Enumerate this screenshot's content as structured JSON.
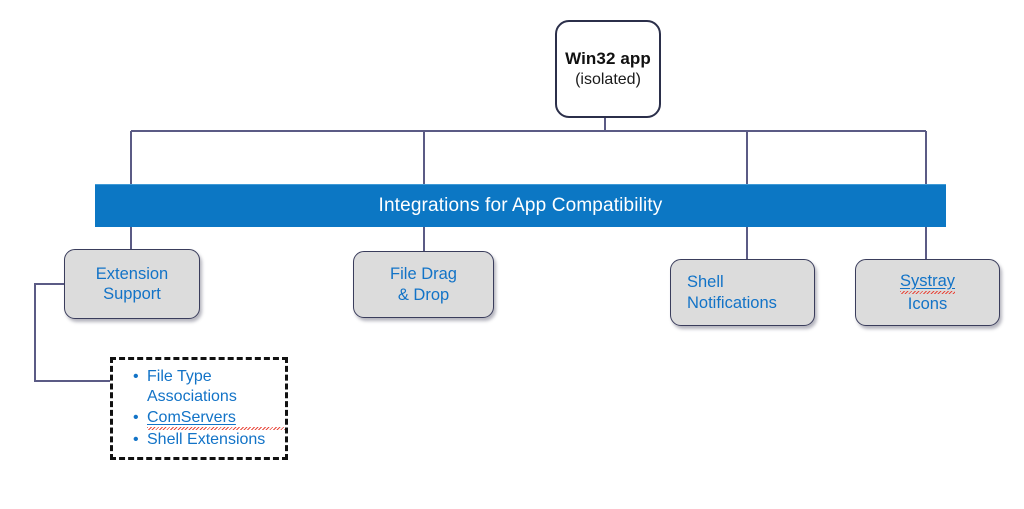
{
  "diagram": {
    "title_node": {
      "name": "win32-app",
      "title": "Win32 app",
      "subtitle": "(isolated)"
    },
    "banner": {
      "label": "Integrations for App Compatibility",
      "color": "#0c77c4",
      "text_color": "#ffffff"
    },
    "leaves": [
      {
        "id": "extension-support",
        "line1": "Extension",
        "line2": "Support",
        "align": "center",
        "underlined": false,
        "misspelled": false
      },
      {
        "id": "file-drag-and-drop",
        "line1": "File Drag",
        "line2": "& Drop",
        "align": "center",
        "underlined": false,
        "misspelled": false
      },
      {
        "id": "shell-notifications",
        "line1": "Shell",
        "line2": "Notifications",
        "align": "left",
        "underlined": false,
        "misspelled": false
      },
      {
        "id": "systray-icons",
        "line1": "Systray",
        "line2": "Icons",
        "align": "center",
        "underlined": true,
        "misspelled": true
      }
    ],
    "detail_group": {
      "id": "extension-support-details",
      "bullet_glyph": "•",
      "items": [
        {
          "line1": "File Type",
          "line2": "Associations",
          "underlined": false,
          "misspelled": false
        },
        {
          "line1": "ComServers",
          "line2": "",
          "underlined": true,
          "misspelled": true
        },
        {
          "line1": "Shell Extensions",
          "line2": "",
          "underlined": false,
          "misspelled": false
        }
      ]
    },
    "colors": {
      "connector": "#5b5b85",
      "node_border": "#3a3d5c",
      "node_fill": "#dcdcdc",
      "link_text": "#1273c7",
      "dashed_border": "#111111"
    }
  }
}
